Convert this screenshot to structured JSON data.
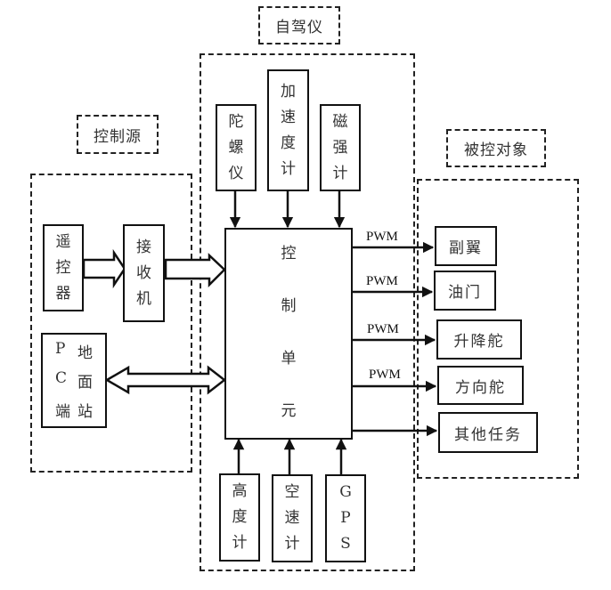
{
  "groups": {
    "autopilot": {
      "label": "自驾仪"
    },
    "control_source": {
      "label": "控制源"
    },
    "controlled_objects": {
      "label": "被控对象"
    }
  },
  "sensors_top": [
    {
      "id": "gyroscope",
      "chars": [
        "陀",
        "螺",
        "仪"
      ]
    },
    {
      "id": "accelerometer",
      "chars": [
        "加",
        "速",
        "度",
        "计"
      ]
    },
    {
      "id": "magnetometer",
      "chars": [
        "磁",
        "强",
        "计"
      ]
    }
  ],
  "sensors_bottom": [
    {
      "id": "altimeter",
      "chars": [
        "高",
        "度",
        "计"
      ]
    },
    {
      "id": "airspeed",
      "chars": [
        "空",
        "速",
        "计"
      ]
    },
    {
      "id": "gps",
      "chars": [
        "G",
        "P",
        "S"
      ]
    }
  ],
  "control_unit": {
    "chars": [
      "控",
      "制",
      "单",
      "元"
    ]
  },
  "source_blocks": {
    "remote": {
      "chars": [
        "遥",
        "控",
        "器"
      ]
    },
    "receiver": {
      "chars": [
        "接",
        "收",
        "机"
      ]
    },
    "ground_station": {
      "cells": [
        "P",
        "地",
        "C",
        "面",
        "端",
        "站"
      ]
    }
  },
  "outputs": [
    {
      "id": "aileron",
      "label": "副翼",
      "signal": "PWM"
    },
    {
      "id": "throttle",
      "label": "油门",
      "signal": "PWM"
    },
    {
      "id": "elevator",
      "label": "升降舵",
      "signal": "PWM"
    },
    {
      "id": "rudder",
      "label": "方向舵",
      "signal": "PWM"
    },
    {
      "id": "other-tasks",
      "label": "其他任务",
      "signal": ""
    }
  ]
}
